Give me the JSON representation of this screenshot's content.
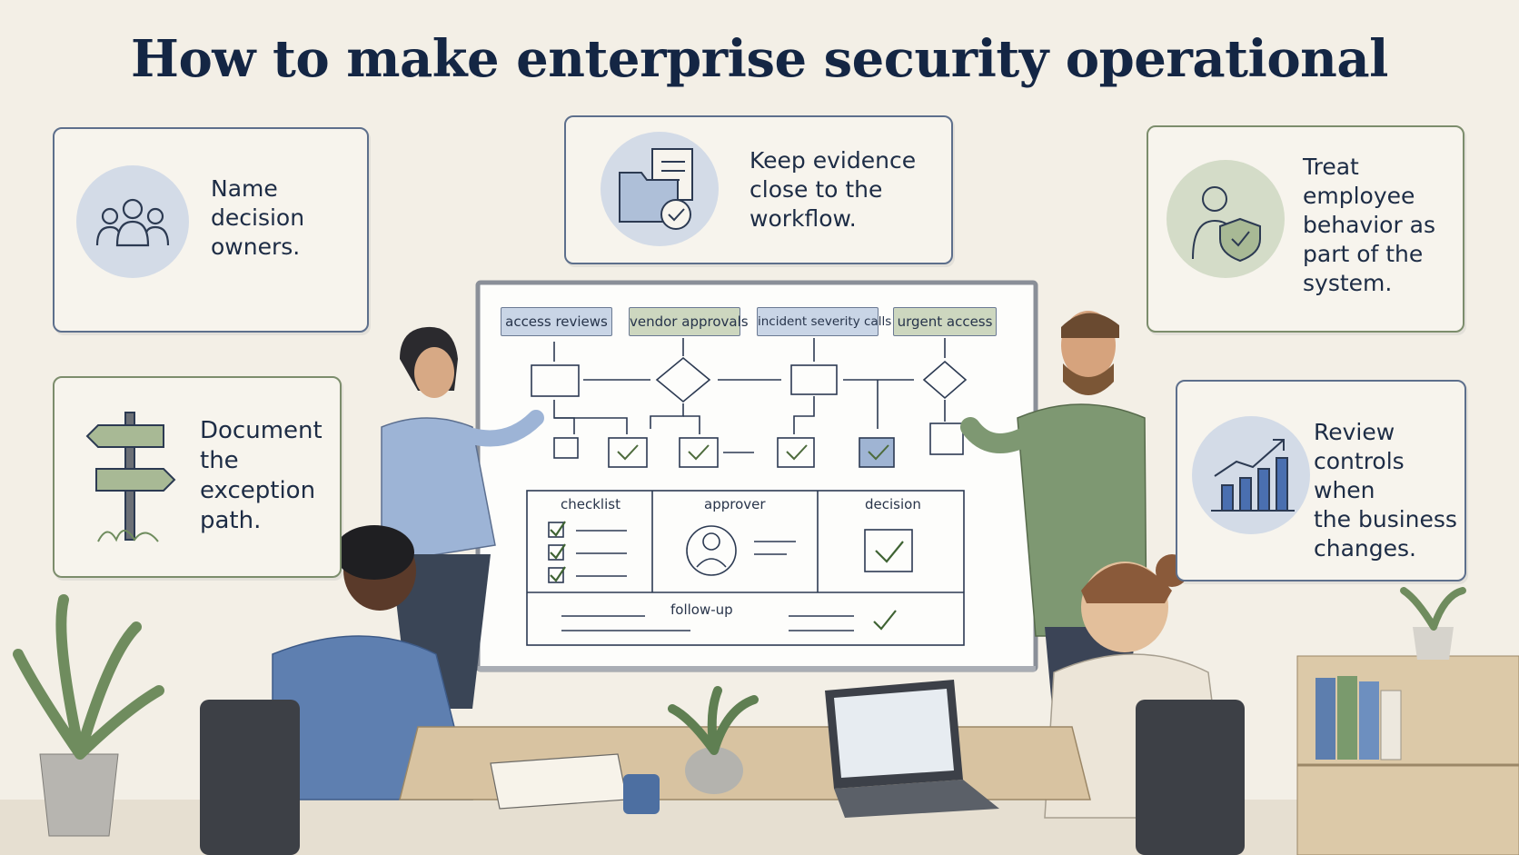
{
  "title": "How to make enterprise security operational",
  "cards": {
    "decision_owners": {
      "text": "Name\ndecision\nowners.",
      "icon": "people-icon"
    },
    "exception_path": {
      "text": "Document\nthe\nexception\npath.",
      "icon": "signpost-icon"
    },
    "evidence": {
      "text": "Keep evidence\nclose to the\nworkflow.",
      "icon": "folder-check-icon"
    },
    "employee_behavior": {
      "text": "Treat\nemployee\nbehavior as\npart of the\nsystem.",
      "icon": "person-shield-icon"
    },
    "review_controls": {
      "text": "Review\ncontrols when\nthe business\nchanges.",
      "icon": "bar-chart-icon"
    }
  },
  "whiteboard": {
    "lanes": [
      "access reviews",
      "vendor approvals",
      "incident severity calls",
      "urgent access"
    ],
    "sections": {
      "checklist": "checklist",
      "approver": "approver",
      "decision": "decision",
      "follow_up": "follow-up"
    }
  },
  "colors": {
    "navy": "#142644",
    "blue_tint": "#c9d5e6",
    "green_tint": "#cdd7bf",
    "card_border_blue": "#5d6f8c",
    "card_border_green": "#7c8d6c"
  }
}
